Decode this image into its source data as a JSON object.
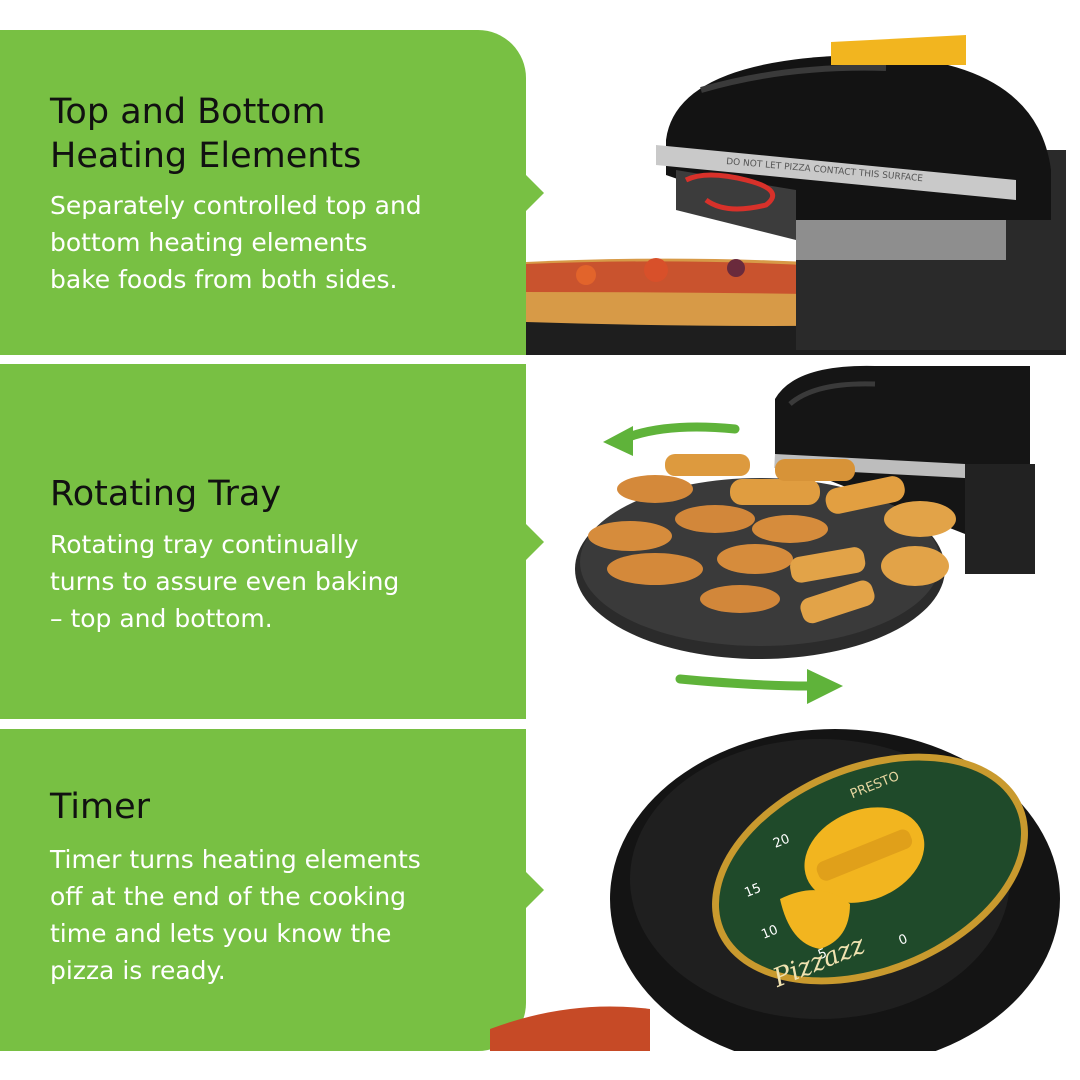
{
  "features": [
    {
      "title_line1": "Top and Bottom",
      "title_line2": "Heating Elements",
      "desc_line1": "Separately controlled top and",
      "desc_line2": "bottom heating elements",
      "desc_line3": "bake foods from both sides."
    },
    {
      "title_line1": "Rotating Tray",
      "desc_line1": "Rotating tray continually",
      "desc_line2": "turns to assure even baking",
      "desc_line3": "– top and bottom."
    },
    {
      "title_line1": "Timer",
      "desc_line1": "Timer turns heating elements",
      "desc_line2": "off at the end of the cooking",
      "desc_line3": "time and lets you know the",
      "desc_line4": "pizza is ready."
    }
  ],
  "product_markings": {
    "warning": "DO NOT LET PIZZA CONTACT THIS SURFACE",
    "brand": "PRESTO",
    "model": "Pizzazz",
    "timer_numbers": [
      "20",
      "15",
      "10",
      "5",
      "0"
    ]
  },
  "colors": {
    "panel_green": "#78c043",
    "oven_black": "#151515",
    "knob_yellow": "#f2b51f",
    "dial_green": "#1f4a2a",
    "arrow_green": "#5fb33a"
  }
}
